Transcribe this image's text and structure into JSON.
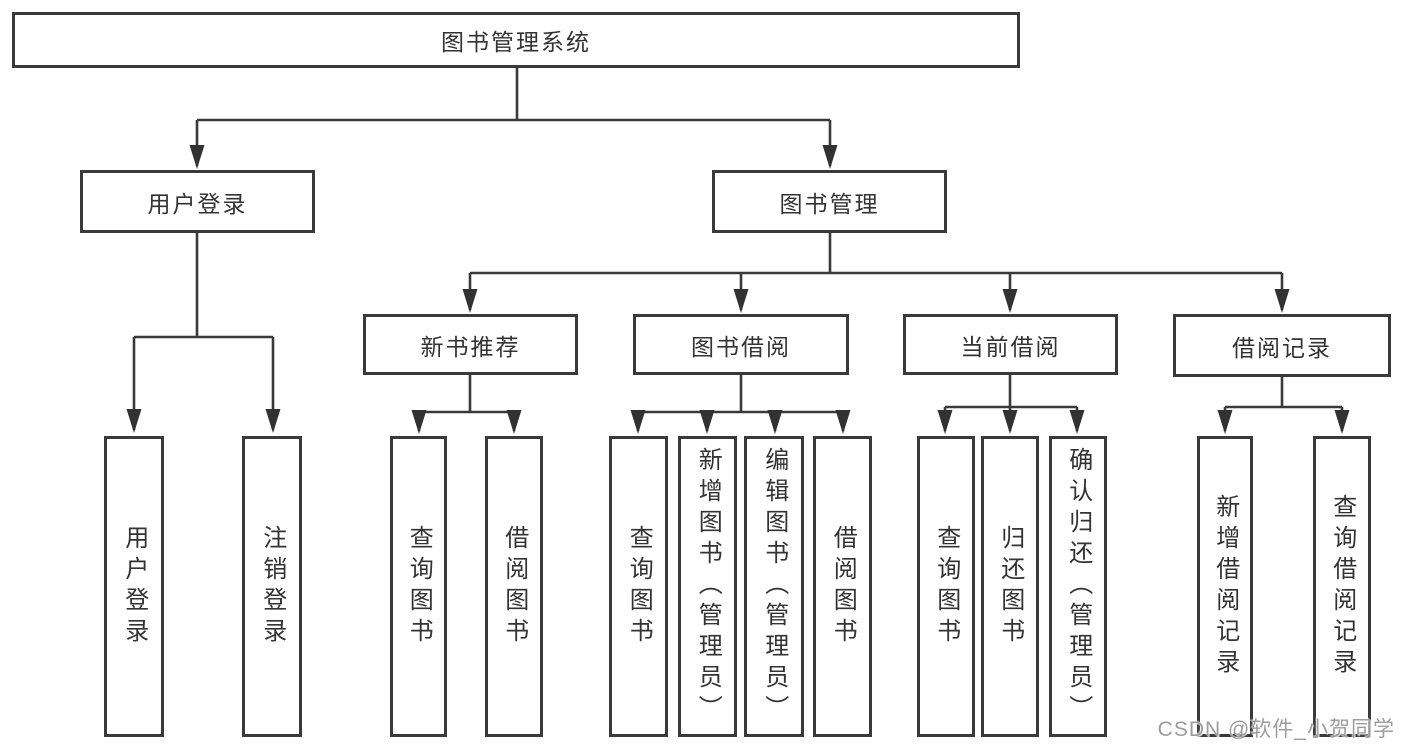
{
  "diagram": {
    "type": "hierarchy-diagram",
    "root": {
      "label": "图书管理系统"
    },
    "branches": [
      {
        "label": "用户登录",
        "leaves": [
          {
            "label": "用户登录"
          },
          {
            "label": "注销登录"
          }
        ]
      },
      {
        "label": "图书管理",
        "groups": [
          {
            "label": "新书推荐",
            "leaves": [
              {
                "label": "查询图书"
              },
              {
                "label": "借阅图书"
              }
            ]
          },
          {
            "label": "图书借阅",
            "leaves": [
              {
                "label": "查询图书"
              },
              {
                "label": "新增图书（管理员）"
              },
              {
                "label": "编辑图书（管理员）"
              },
              {
                "label": "借阅图书"
              }
            ]
          },
          {
            "label": "当前借阅",
            "leaves": [
              {
                "label": "查询图书"
              },
              {
                "label": "归还图书"
              },
              {
                "label": "确认归还（管理员）"
              }
            ]
          },
          {
            "label": "借阅记录",
            "leaves": [
              {
                "label": "新增借阅记录"
              },
              {
                "label": "查询借阅记录"
              }
            ]
          }
        ]
      }
    ]
  },
  "watermark": {
    "text": "CSDN @软件_小贺同学"
  },
  "colors": {
    "line": "#3a3a3a",
    "border": "#3a3a3a",
    "text": "#333333",
    "watermark_text": "#9d9d9d",
    "background": "#ffffff"
  }
}
